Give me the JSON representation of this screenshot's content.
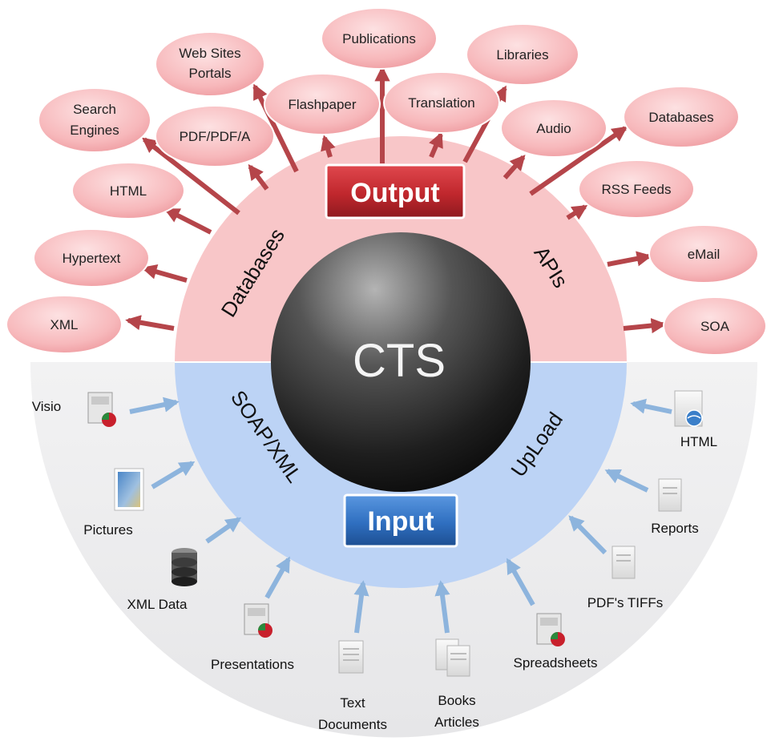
{
  "center": {
    "label": "CTS"
  },
  "output_box": {
    "label": "Output"
  },
  "input_box": {
    "label": "Input"
  },
  "ring_words": {
    "databases": "Databases",
    "apis": "APIs",
    "soap_xml": "SOAP/XML",
    "upload": "UpLoad"
  },
  "outputs": {
    "xml": "XML",
    "hypertext": "Hypertext",
    "html": "HTML",
    "search_line1": "Search",
    "search_line2": "Engines",
    "pdf": "PDF/PDF/A",
    "websites_line1": "Web Sites",
    "websites_line2": "Portals",
    "flashpaper": "Flashpaper",
    "publications": "Publications",
    "translation": "Translation",
    "libraries": "Libraries",
    "audio": "Audio",
    "databases": "Databases",
    "rss": "RSS Feeds",
    "email": "eMail",
    "soa": "SOA"
  },
  "inputs": {
    "visio": "Visio",
    "pictures": "Pictures",
    "xml_data": "XML Data",
    "presentations": "Presentations",
    "text_line1": "Text",
    "text_line2": "Documents",
    "books_line1": "Books",
    "books_line2": "Articles",
    "spreadsheets": "Spreadsheets",
    "pdf_tiffs": "PDF's TIFFs",
    "reports": "Reports",
    "html": "HTML"
  },
  "colors": {
    "output_ring": "#f8c6c8",
    "input_ring": "#bcd3f5",
    "output_box": "#c0272d",
    "input_box": "#2f6fc0",
    "bubble": "#f6b3b6",
    "output_arrow": "#b5454a",
    "input_arrow": "#8db4dd",
    "grey_bg": "#ededee"
  }
}
